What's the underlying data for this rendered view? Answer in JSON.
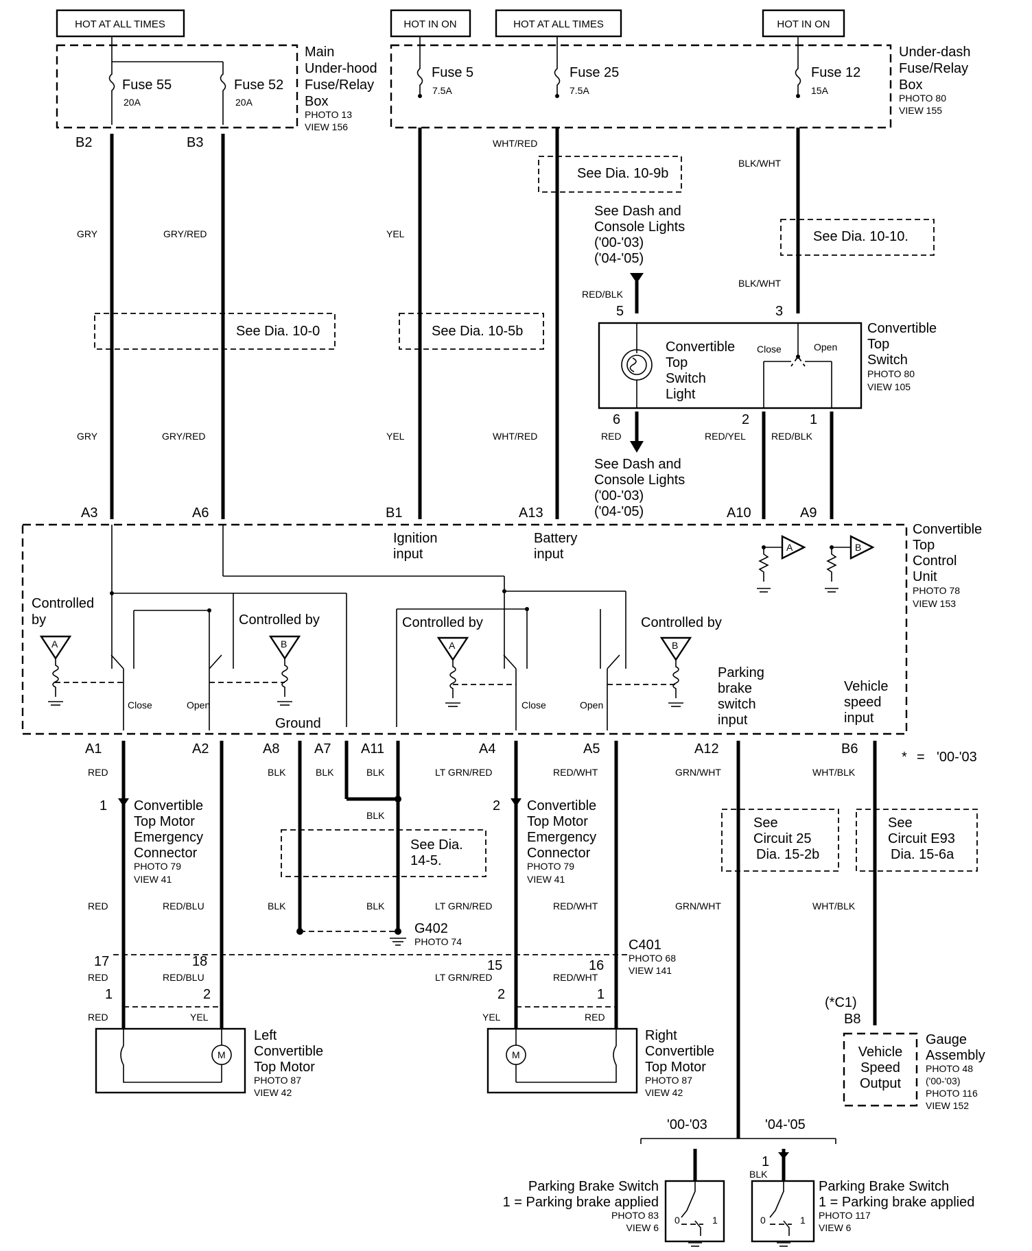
{
  "power": {
    "hot_at_all_times_1": "HOT AT ALL TIMES",
    "hot_in_on_1": "HOT IN ON",
    "hot_at_all_times_2": "HOT AT ALL TIMES",
    "hot_in_on_2": "HOT IN ON"
  },
  "main_box": {
    "l1": "Main",
    "l2": "Under-hood",
    "l3": "Fuse/Relay",
    "l4": "Box",
    "photo": "PHOTO 13",
    "view": "VIEW 156",
    "fuse55": "Fuse 55",
    "fuse55_amp": "20A",
    "fuse52": "Fuse 52",
    "fuse52_amp": "20A",
    "b2": "B2",
    "b3": "B3"
  },
  "dash_box": {
    "l1": "Under-dash",
    "l2": "Fuse/Relay",
    "l3": "Box",
    "photo": "PHOTO 80",
    "view": "VIEW 155",
    "fuse5": "Fuse 5",
    "fuse5_amp": "7.5A",
    "fuse25": "Fuse 25",
    "fuse25_amp": "7.5A",
    "fuse12": "Fuse 12",
    "fuse12_amp": "15A"
  },
  "wires": {
    "gry": "GRY",
    "gry_red": "GRY/RED",
    "yel": "YEL",
    "wht_red": "WHT/RED",
    "blk_wht": "BLK/WHT",
    "red_blk": "RED/BLK",
    "red": "RED",
    "red_yel": "RED/YEL",
    "blk": "BLK",
    "lt_grn_red": "LT GRN/RED",
    "red_wht": "RED/WHT",
    "grn_wht": "GRN/WHT",
    "wht_blk": "WHT/BLK",
    "red_blu": "RED/BLU"
  },
  "refs": {
    "dia_10_0": "See Dia. 10-0",
    "dia_10_5b": "See Dia. 10-5b",
    "dia_10_9b": "See Dia. 10-9b",
    "dia_10_10": "See Dia. 10-10.",
    "dash_lights_1": "See Dash and",
    "dash_lights_2": "Console Lights",
    "dash_lights_3": "('00-'03)",
    "dash_lights_4": "('04-'05)",
    "dia_14_5a": "See Dia.",
    "dia_14_5b": "14-5.",
    "circ25a": "See",
    "circ25b": "Circuit 25",
    "circ25c": "Dia. 15-2b",
    "circe93a": "See",
    "circe93b": "Circuit E93",
    "circe93c": "Dia. 15-6a"
  },
  "switch": {
    "l1": "Convertible",
    "l2": "Top",
    "l3": "Switch",
    "photo": "PHOTO 80",
    "view": "VIEW 105",
    "light1": "Convertible",
    "light2": "Top",
    "light3": "Switch",
    "light4": "Light",
    "close": "Close",
    "open": "Open",
    "p5": "5",
    "p3": "3",
    "p6": "6",
    "p2": "2",
    "p1": "1"
  },
  "ctrl": {
    "l1": "Convertible",
    "l2": "Top",
    "l3": "Control",
    "l4": "Unit",
    "photo": "PHOTO 78",
    "view": "VIEW 153",
    "ign1": "Ignition",
    "ign2": "input",
    "bat1": "Battery",
    "bat2": "input",
    "ctrl_by": "Controlled",
    "by": "by",
    "ctrl_by_full": "Controlled by",
    "close": "Close",
    "open": "Open",
    "ground": "Ground",
    "park1": "Parking",
    "park2": "brake",
    "park3": "switch",
    "park4": "input",
    "vs1": "Vehicle",
    "vs2": "speed",
    "vs3": "input",
    "a": "A",
    "b": "B",
    "pins_top": [
      "A3",
      "A6",
      "B1",
      "A13",
      "A10",
      "A9"
    ],
    "pins_bot": [
      "A1",
      "A2",
      "A8",
      "A7",
      "A11",
      "A4",
      "A5",
      "A12",
      "B6"
    ]
  },
  "note": {
    "star": "*",
    "eq": "=",
    "years": "'00-'03"
  },
  "emerg": {
    "l1": "Convertible",
    "l2": "Top Motor",
    "l3": "Emergency",
    "l4": "Connector",
    "photo": "PHOTO 79",
    "view": "VIEW 41",
    "p1": "1",
    "p2": "2"
  },
  "ground": {
    "g402": "G402",
    "photo": "PHOTO 74"
  },
  "c401": {
    "name": "C401",
    "photo": "PHOTO 68",
    "view": "VIEW 141",
    "p17": "17",
    "p18": "18",
    "p15": "15",
    "p16": "16",
    "p1": "1",
    "p2": "2"
  },
  "left_motor": {
    "l1": "Left",
    "l2": "Convertible",
    "l3": "Top Motor",
    "photo": "PHOTO 87",
    "view": "VIEW 42",
    "m": "M"
  },
  "right_motor": {
    "l1": "Right",
    "l2": "Convertible",
    "l3": "Top Motor",
    "photo": "PHOTO 87",
    "view": "VIEW 42",
    "m": "M"
  },
  "gauge": {
    "c1": "(*C1)",
    "b8": "B8",
    "l1": "Gauge",
    "l2": "Assembly",
    "photo1": "PHOTO 48",
    "yr1": "('00-'03)",
    "photo2": "PHOTO 116",
    "view": "VIEW 152",
    "vso1": "Vehicle",
    "vso2": "Speed",
    "vso3": "Output"
  },
  "park_sw": {
    "yr1": "'00-'03",
    "yr2": "'04-'05",
    "title": "Parking Brake Switch",
    "desc": "1 = Parking brake applied",
    "photo_a": "PHOTO 83",
    "view_a": "VIEW 6",
    "photo_b": "PHOTO 117",
    "view_b": "VIEW 6",
    "pin1": "1",
    "blk": "BLK",
    "zero": "0",
    "one": "1"
  }
}
